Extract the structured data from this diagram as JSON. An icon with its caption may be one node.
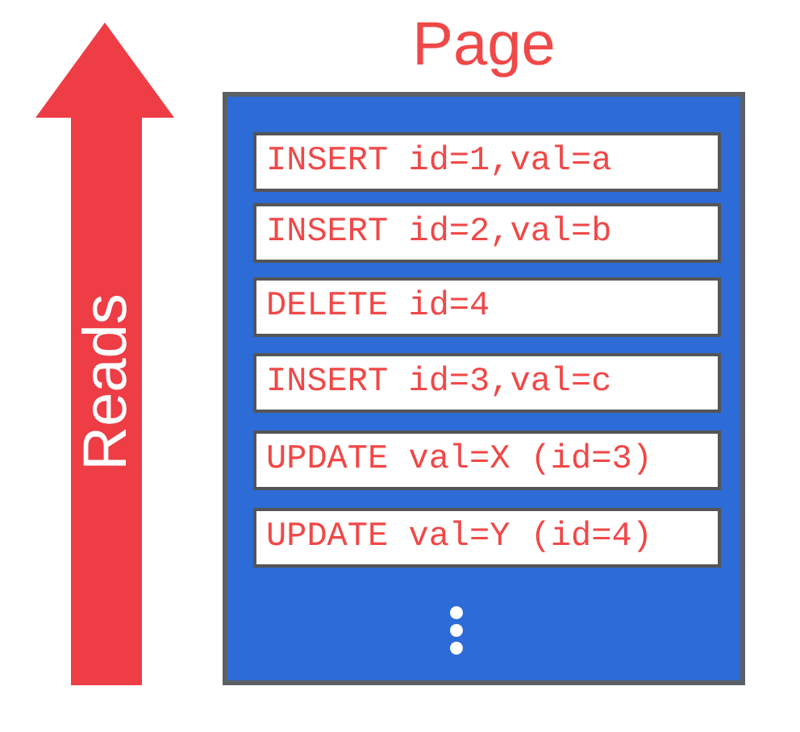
{
  "diagram": {
    "nodes": [
      {
        "text": [
          "Page"
        ]
      },
      {
        "text": [
          "INSERT id=1,val=a"
        ],
        "in": 0
      },
      {
        "text": [
          "INSERT id=2,val=b"
        ],
        "in": 0
      },
      {
        "text": [
          "DELETE id=4"
        ],
        "in": 0
      },
      {
        "text": [
          "INSERT id=3,val=c"
        ],
        "in": 0
      },
      {
        "text": [
          "UPDATE val=X (id=3)"
        ],
        "in": 0
      },
      {
        "text": [
          "UPDATE val=Y (id=4)"
        ],
        "in": 0
      }
    ],
    "labels": [
      "Reads"
    ]
  }
}
